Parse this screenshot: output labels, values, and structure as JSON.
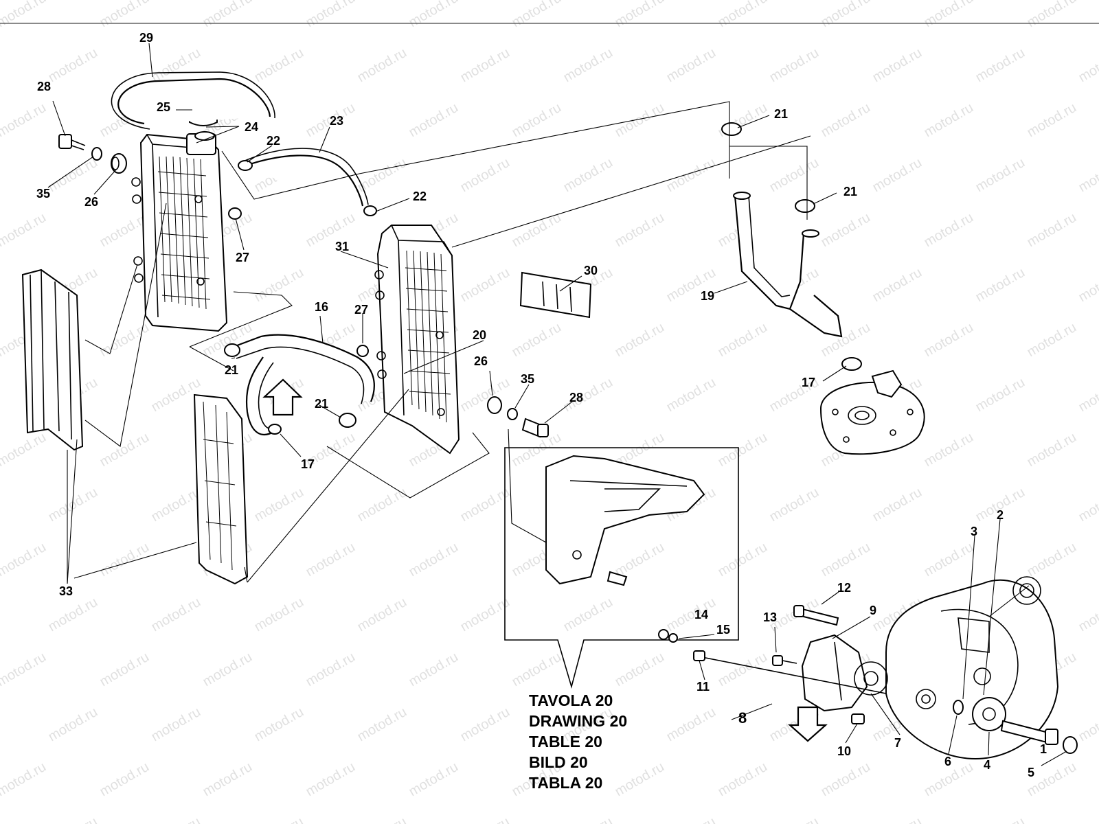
{
  "watermark": "motod.ru",
  "callouts": {
    "c1": "1",
    "c2": "2",
    "c3": "3",
    "c4": "4",
    "c5": "5",
    "c6": "6",
    "c7": "7",
    "c8": "8",
    "c9": "9",
    "c10": "10",
    "c11": "11",
    "c12": "12",
    "c13": "13",
    "c14": "14",
    "c15": "15",
    "c16": "16",
    "c17a": "17",
    "c17b": "17",
    "c19": "19",
    "c20": "20",
    "c21a": "21",
    "c21b": "21",
    "c21c": "21",
    "c21d": "21",
    "c22a": "22",
    "c22b": "22",
    "c23": "23",
    "c24": "24",
    "c25": "25",
    "c26a": "26",
    "c26b": "26",
    "c27a": "27",
    "c27b": "27",
    "c28a": "28",
    "c28b": "28",
    "c29": "29",
    "c30": "30",
    "c31": "31",
    "c33": "33",
    "c35a": "35",
    "c35b": "35"
  },
  "reference": {
    "lines": [
      {
        "label": "TAVOLA",
        "num": "20"
      },
      {
        "label": "DRAWING",
        "num": "20"
      },
      {
        "label": "TABLE",
        "num": "20"
      },
      {
        "label": "BILD",
        "num": "20"
      },
      {
        "label": "TABLA",
        "num": "20"
      }
    ]
  },
  "colors": {
    "ink": "#000000",
    "paper": "#ffffff",
    "watermark": "#c8c8c8"
  }
}
